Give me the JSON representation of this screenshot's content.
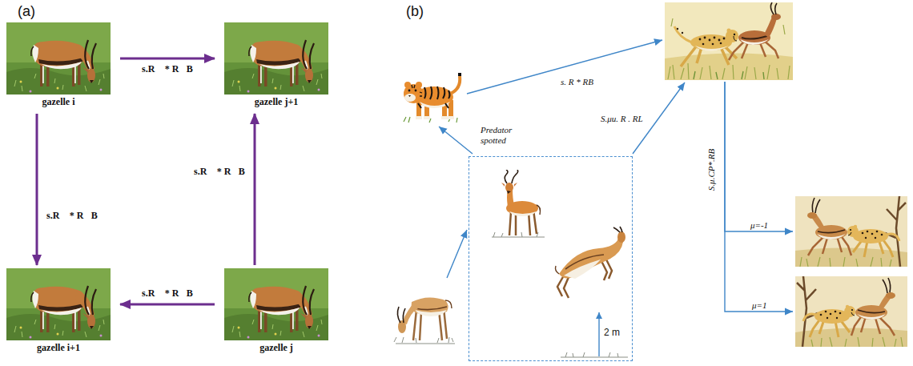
{
  "diagram": {
    "nodes": [
      {
        "text": [
          "gazelle i"
        ]
      },
      {
        "text": [
          "gazelle j+1"
        ]
      },
      {
        "text": [
          "gazelle i+1"
        ]
      },
      {
        "text": [
          "gazelle j"
        ]
      },
      {
        "text": []
      },
      {
        "text": []
      },
      {
        "text": [
          "2 m"
        ]
      },
      {
        "text": []
      },
      {
        "text": []
      },
      {
        "text": []
      }
    ],
    "edges": [
      {
        "from": 0,
        "to": 1,
        "label": "s.R⃗ * R⃗B",
        "arrow": "to"
      },
      {
        "from": 0,
        "to": 2,
        "label": "s.R⃗ * R⃗B",
        "arrow": "to"
      },
      {
        "from": 3,
        "to": 1,
        "label": "s.R⃗ * R⃗B",
        "arrow": "to"
      },
      {
        "from": 3,
        "to": 2,
        "label": "s.R⃗ * R⃗B",
        "arrow": "to"
      },
      {
        "from": 7,
        "to": 6,
        "arrow": "to"
      },
      {
        "from": 6,
        "to": 4,
        "label": "Predator spotted",
        "arrow": "to"
      },
      {
        "from": 4,
        "to": 5,
        "label": "s. R * RB",
        "arrow": "to"
      },
      {
        "from": 6,
        "to": 5,
        "label": "S.μu. R . RL",
        "arrow": "to"
      },
      {
        "from": 5,
        "to": 8,
        "label": "μ=-1",
        "arrow": "to"
      },
      {
        "from": 5,
        "to": 9,
        "label": "μ=1",
        "arrow": "to"
      }
    ],
    "labels": [
      "(a)",
      "(b)",
      "S.μ.CP*.RB"
    ]
  }
}
